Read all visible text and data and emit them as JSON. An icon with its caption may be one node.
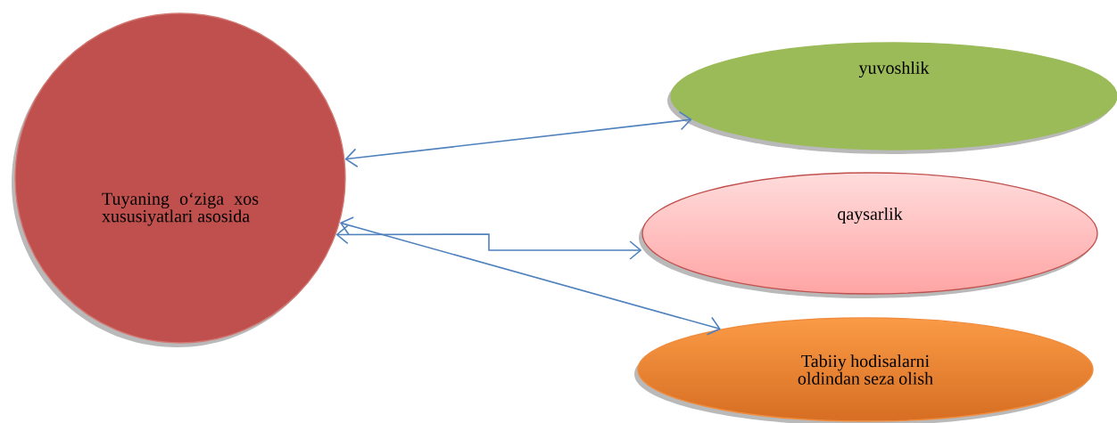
{
  "diagram": {
    "nodes": [
      {
        "text": [
          "Tuyaning o‘ziga xos xususiyatlari asosida"
        ]
      },
      {
        "text": [
          "yuvoshlik"
        ]
      },
      {
        "text": [
          "qaysarlik"
        ]
      },
      {
        "text": [
          "Tabiiy hodisalarni oldindan seza olish"
        ]
      }
    ],
    "edges": [
      {
        "from": 0,
        "to": 1,
        "arrow": "both"
      },
      {
        "from": 0,
        "to": 2,
        "arrow": "both"
      },
      {
        "from": 0,
        "to": 3,
        "arrow": "both"
      }
    ]
  }
}
